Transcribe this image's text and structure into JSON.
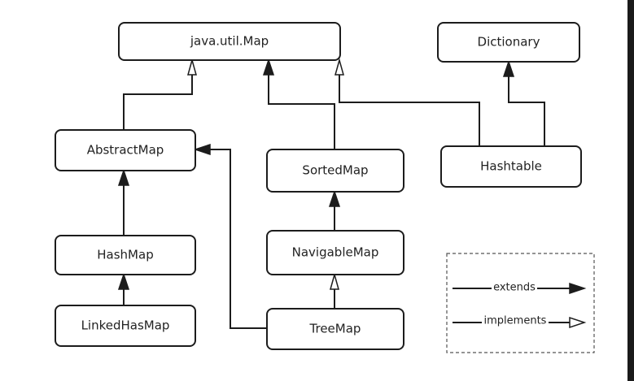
{
  "nodes": {
    "map": "java.util.Map",
    "dictionary": "Dictionary",
    "abstract_map": "AbstractMap",
    "sorted_map": "SortedMap",
    "hashtable": "Hashtable",
    "hash_map": "HashMap",
    "navigable_map": "NavigableMap",
    "linked_map": "LinkedHasMap",
    "tree_map": "TreeMap"
  },
  "edges": [
    {
      "from": "AbstractMap",
      "to": "java.util.Map",
      "kind": "implements"
    },
    {
      "from": "SortedMap",
      "to": "java.util.Map",
      "kind": "extends"
    },
    {
      "from": "Hashtable",
      "to": "java.util.Map",
      "kind": "implements"
    },
    {
      "from": "Hashtable",
      "to": "Dictionary",
      "kind": "extends"
    },
    {
      "from": "HashMap",
      "to": "AbstractMap",
      "kind": "extends"
    },
    {
      "from": "LinkedHasMap",
      "to": "HashMap",
      "kind": "extends"
    },
    {
      "from": "NavigableMap",
      "to": "SortedMap",
      "kind": "extends"
    },
    {
      "from": "TreeMap",
      "to": "NavigableMap",
      "kind": "implements"
    },
    {
      "from": "TreeMap",
      "to": "AbstractMap",
      "kind": "extends"
    }
  ],
  "legend": {
    "extends": "extends",
    "implements": "implements"
  }
}
